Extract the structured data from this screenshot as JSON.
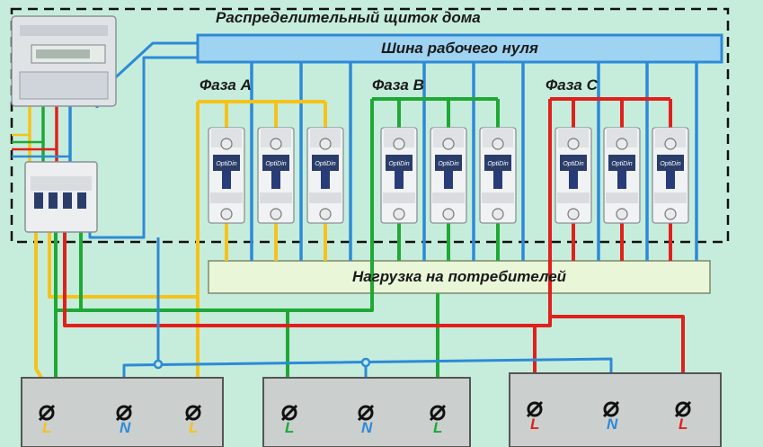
{
  "title": "Распределительный щиток дома",
  "neutral_bus": "Шина рабочего нуля",
  "load": "Нагрузка на потребителей",
  "phases": [
    "Фаза A",
    "Фаза B",
    "Фаза C"
  ],
  "breaker_brand": "OptiDin",
  "colors": {
    "phase_a": "#f6c21a",
    "phase_b": "#1fa835",
    "phase_c": "#e0201c",
    "neutral": "#2d8ad6",
    "background": "#c6eddc"
  },
  "terminals": [
    {
      "labels": [
        "L",
        "N",
        "L"
      ]
    },
    {
      "labels": [
        "L",
        "N",
        "L"
      ]
    },
    {
      "labels": [
        "L",
        "N",
        "L"
      ]
    }
  ]
}
